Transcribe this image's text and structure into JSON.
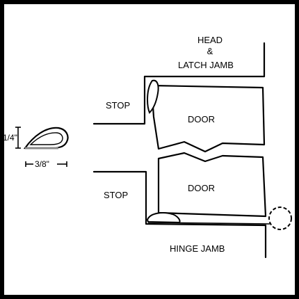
{
  "labels": {
    "head": "HEAD",
    "amp": "&",
    "latch_jamb": "LATCH JAMB",
    "stop_top": "STOP",
    "door_top": "DOOR",
    "dim_height": "1/4\"",
    "dim_width": "3/8\"",
    "stop_bottom": "STOP",
    "door_bottom": "DOOR",
    "hinge_jamb": "HINGE JAMB"
  }
}
